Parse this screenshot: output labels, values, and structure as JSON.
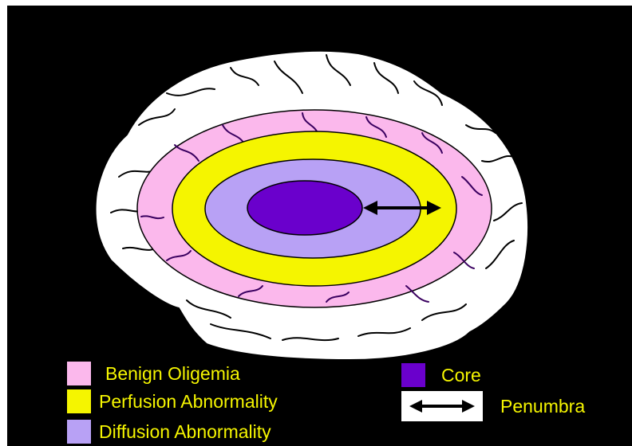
{
  "legend": {
    "items": [
      {
        "label": "Benign Oligemia",
        "color": "#fbb8ec"
      },
      {
        "label": "Perfusion Abnormality",
        "color": "#f5f500"
      },
      {
        "label": "Diffusion Abnormality",
        "color": "#b8a1f5"
      },
      {
        "label": "Core",
        "color": "#6a00cc"
      },
      {
        "label": "Penumbra",
        "icon": "double-arrow-icon"
      }
    ],
    "label_color": "#f5f500"
  },
  "regions": {
    "brain": {
      "color": "#ffffff"
    },
    "benign_oligemia": {
      "color": "#fbb8ec"
    },
    "perfusion_abnormality": {
      "color": "#f5f500"
    },
    "diffusion_abnormality": {
      "color": "#b8a1f5"
    },
    "core": {
      "color": "#6a00cc"
    }
  },
  "annotation": {
    "icon": "double-arrow-icon",
    "meaning": "Penumbra"
  },
  "colors": {
    "background": "#000000",
    "vessel": "#3a0060",
    "outline": "#000000"
  }
}
